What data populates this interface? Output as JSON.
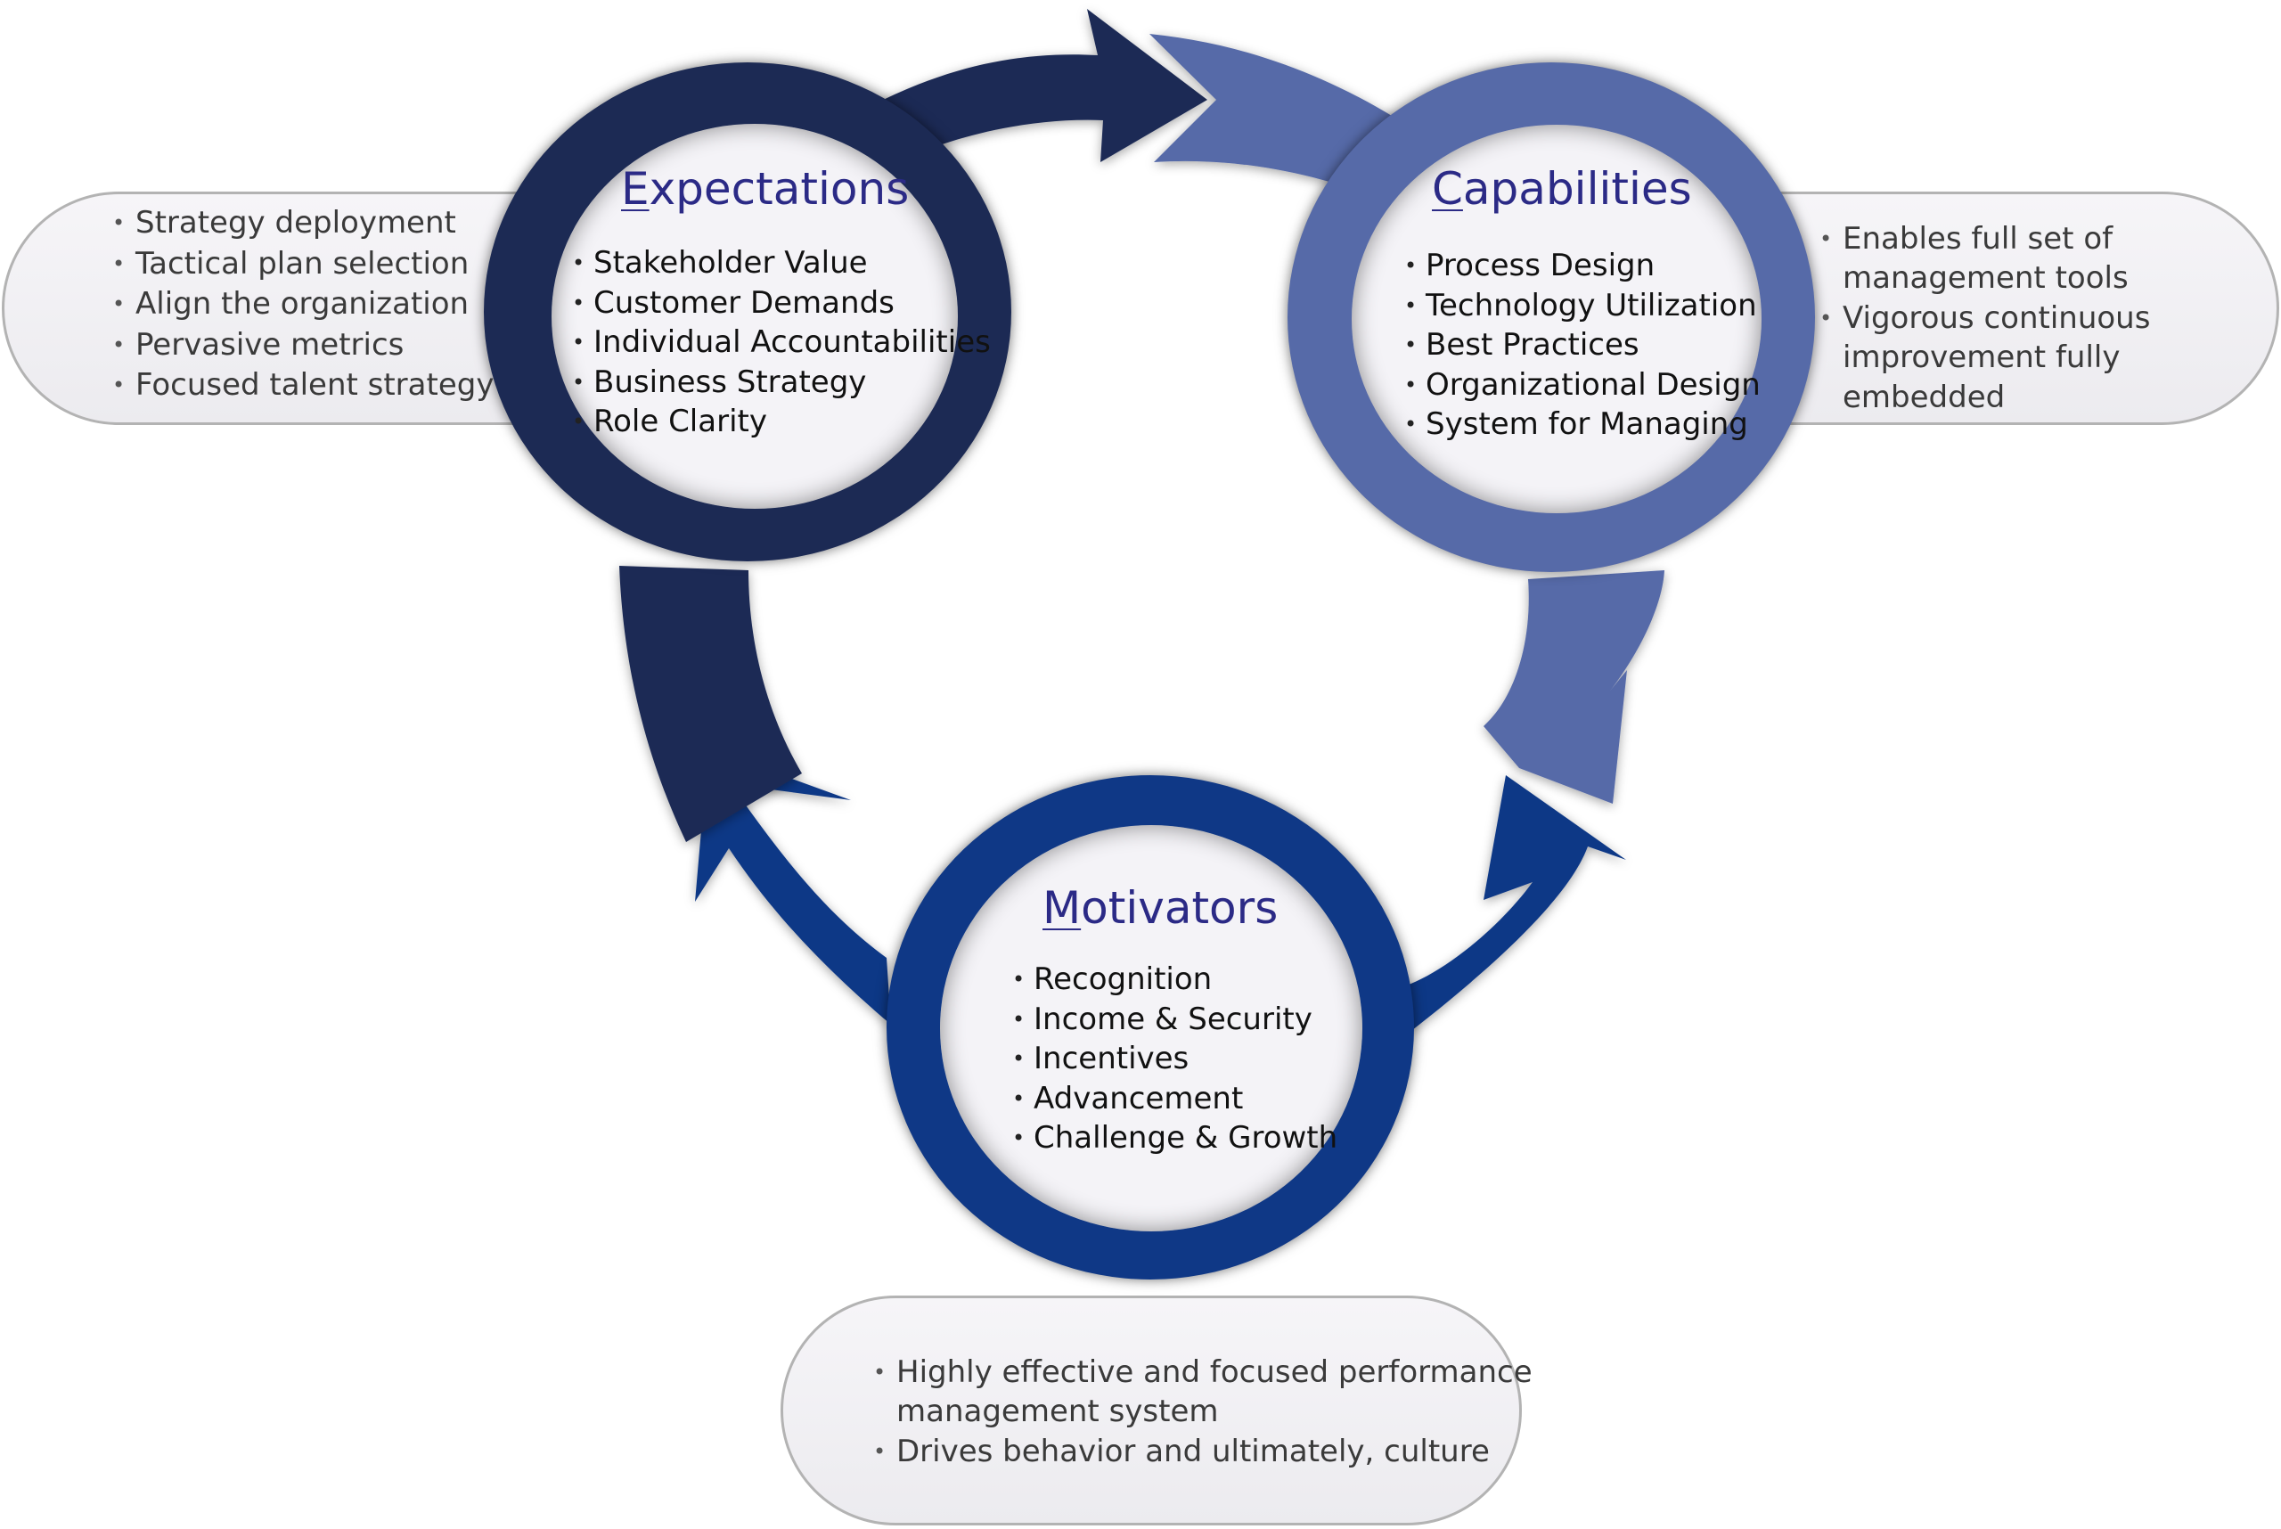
{
  "colors": {
    "expectations": "#1c2a54",
    "capabilities": "#566aa8",
    "motivators": "#0f3886",
    "pill_border": "#b3b3b3",
    "heading_text": "#2b2a86"
  },
  "expectations": {
    "title_initial": "E",
    "title_rest": "xpectations",
    "items": [
      "Stakeholder Value",
      "Customer Demands",
      "Individual Accountabilities",
      "Business Strategy",
      "Role Clarity"
    ]
  },
  "capabilities": {
    "title_initial": "C",
    "title_rest": "apabilities",
    "items": [
      "Process Design",
      "Technology Utilization",
      "Best Practices",
      "Organizational Design",
      "System for Managing"
    ]
  },
  "motivators": {
    "title_initial": "M",
    "title_rest": "otivators",
    "items": [
      "Recognition",
      "Income & Security",
      "Incentives",
      "Advancement",
      "Challenge & Growth"
    ]
  },
  "left_pill": {
    "items": [
      "Strategy deployment",
      "Tactical plan selection",
      "Align the organization",
      "Pervasive metrics",
      "Focused talent strategy"
    ]
  },
  "right_pill": {
    "items": [
      "Enables full set of",
      "management tools",
      "Vigorous continuous",
      "improvement fully embedded"
    ]
  },
  "bottom_pill": {
    "items": [
      "Highly effective and focused performance",
      "management system",
      "Drives behavior and ultimately, culture"
    ]
  }
}
